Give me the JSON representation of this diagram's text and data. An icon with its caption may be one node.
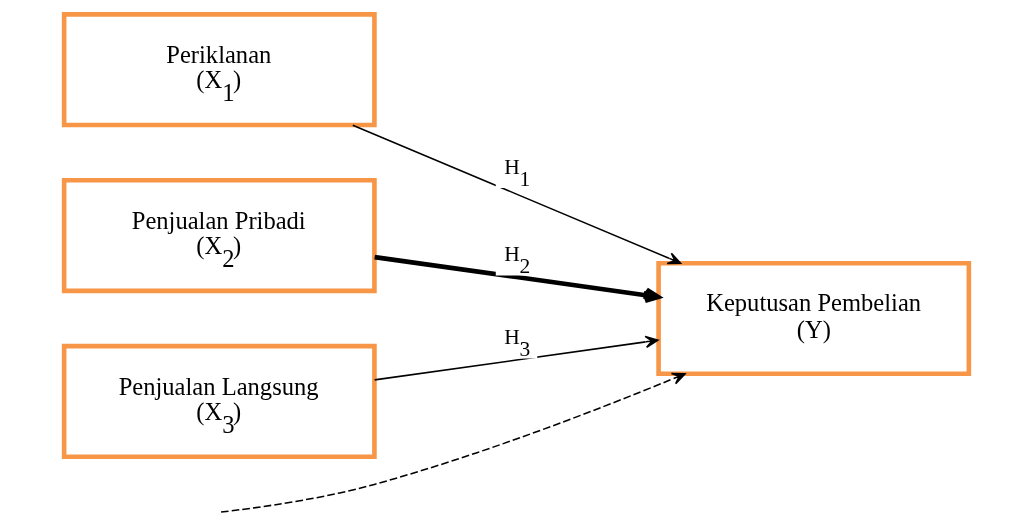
{
  "diagram": {
    "nodes": [
      {
        "text": [
          "Periklanan",
          "(X$_{1}$)"
        ]
      },
      {
        "text": [
          "Penjualan Pribadi",
          "(X$_{2}$)"
        ]
      },
      {
        "text": [
          "Penjualan Langsung",
          "(X$_{3}$)"
        ]
      },
      {
        "text": [
          "Keputusan Pembelian",
          "(Y)"
        ]
      }
    ],
    "edges": [
      {
        "from": 0,
        "to": 3,
        "arrow": "to",
        "label": "H$_{1}$"
      },
      {
        "from": 1,
        "to": 3,
        "arrow": "to",
        "label": "H$_{2}$",
        "style": "thick"
      },
      {
        "from": 2,
        "to": 3,
        "arrow": "to",
        "label": "H$_{3}$"
      },
      {
        "from": null,
        "to": 3,
        "arrow": "to",
        "style": "dashed"
      }
    ]
  }
}
